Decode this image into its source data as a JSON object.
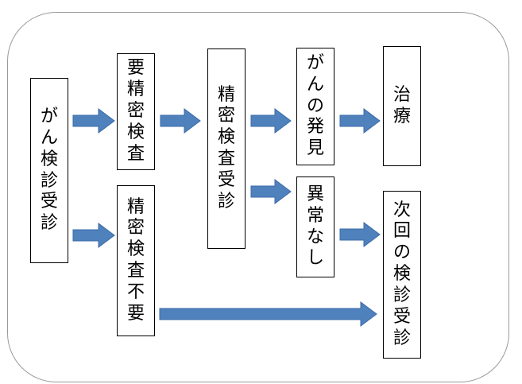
{
  "colors": {
    "arrow_fill": "#4f81bd",
    "arrow_stroke": "#3a6aa8",
    "box_border": "#000000",
    "frame_border": "#9a9a9a"
  },
  "nodes": {
    "cancer_screening": "がん検診受診",
    "detailed_exam_needed": "要精密検査",
    "detailed_exam_not_needed": "精密検査不要",
    "detailed_exam_taken": "精密検査受診",
    "cancer_found": "がんの発見",
    "no_abnormality": "異常なし",
    "treatment": "治療",
    "next_screening": "次回の検診受診"
  }
}
